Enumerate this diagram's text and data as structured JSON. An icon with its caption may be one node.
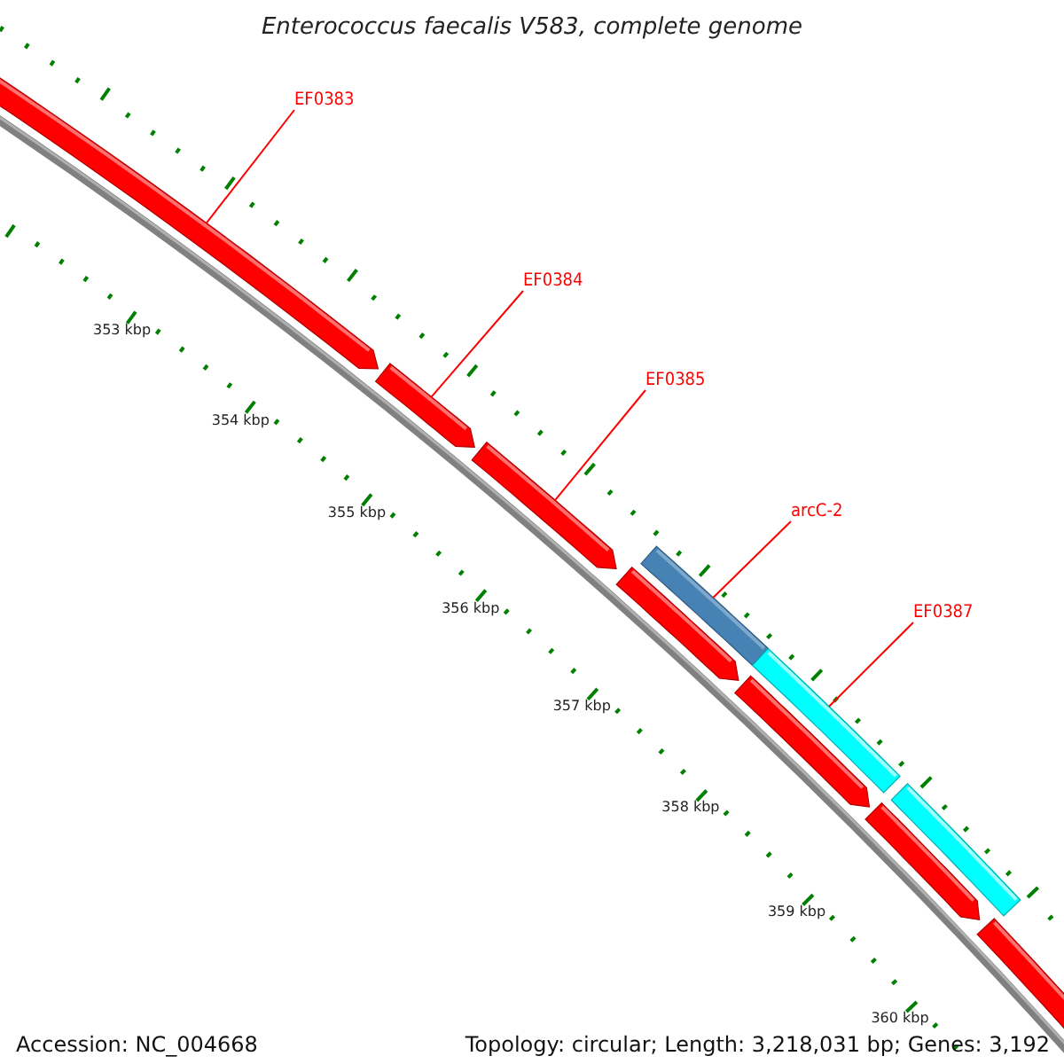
{
  "diagram": {
    "title": "Enterococcus faecalis V583, complete genome",
    "nodes": [
      {
        "text": [
          "EF0383"
        ]
      },
      {
        "text": [],
        "shape": "arrow"
      },
      {
        "text": [
          "EF0384"
        ]
      },
      {
        "text": [],
        "shape": "arrow"
      },
      {
        "text": [
          "EF0385"
        ]
      },
      {
        "text": [],
        "shape": "arrow"
      },
      {
        "text": [
          "arcC-2"
        ]
      },
      {
        "text": [],
        "shape": "bar"
      },
      {
        "text": [
          "EF0387"
        ]
      },
      {
        "text": [],
        "shape": "bar"
      },
      {
        "text": [],
        "shape": "arrow"
      },
      {
        "text": [],
        "shape": "arrow"
      },
      {
        "text": [],
        "shape": "bar"
      },
      {
        "text": [],
        "shape": "arrow"
      },
      {
        "text": [],
        "shape": "arrow"
      }
    ],
    "edges": [
      {
        "from": 0,
        "to": 1,
        "arrow": "none"
      },
      {
        "from": 2,
        "to": 3,
        "arrow": "none"
      },
      {
        "from": 4,
        "to": 5,
        "arrow": "none"
      },
      {
        "from": 6,
        "to": 7,
        "arrow": "none"
      },
      {
        "from": 8,
        "to": 9,
        "arrow": "none"
      }
    ],
    "labels": [
      "353 kbp",
      "354 kbp",
      "355 kbp",
      "356 kbp",
      "357 kbp",
      "358 kbp",
      "359 kbp",
      "360 kbp",
      "Accession: NC_004668",
      "Topology: circular; Length: 3,218,031 bp; Genes: 3,192"
    ]
  }
}
